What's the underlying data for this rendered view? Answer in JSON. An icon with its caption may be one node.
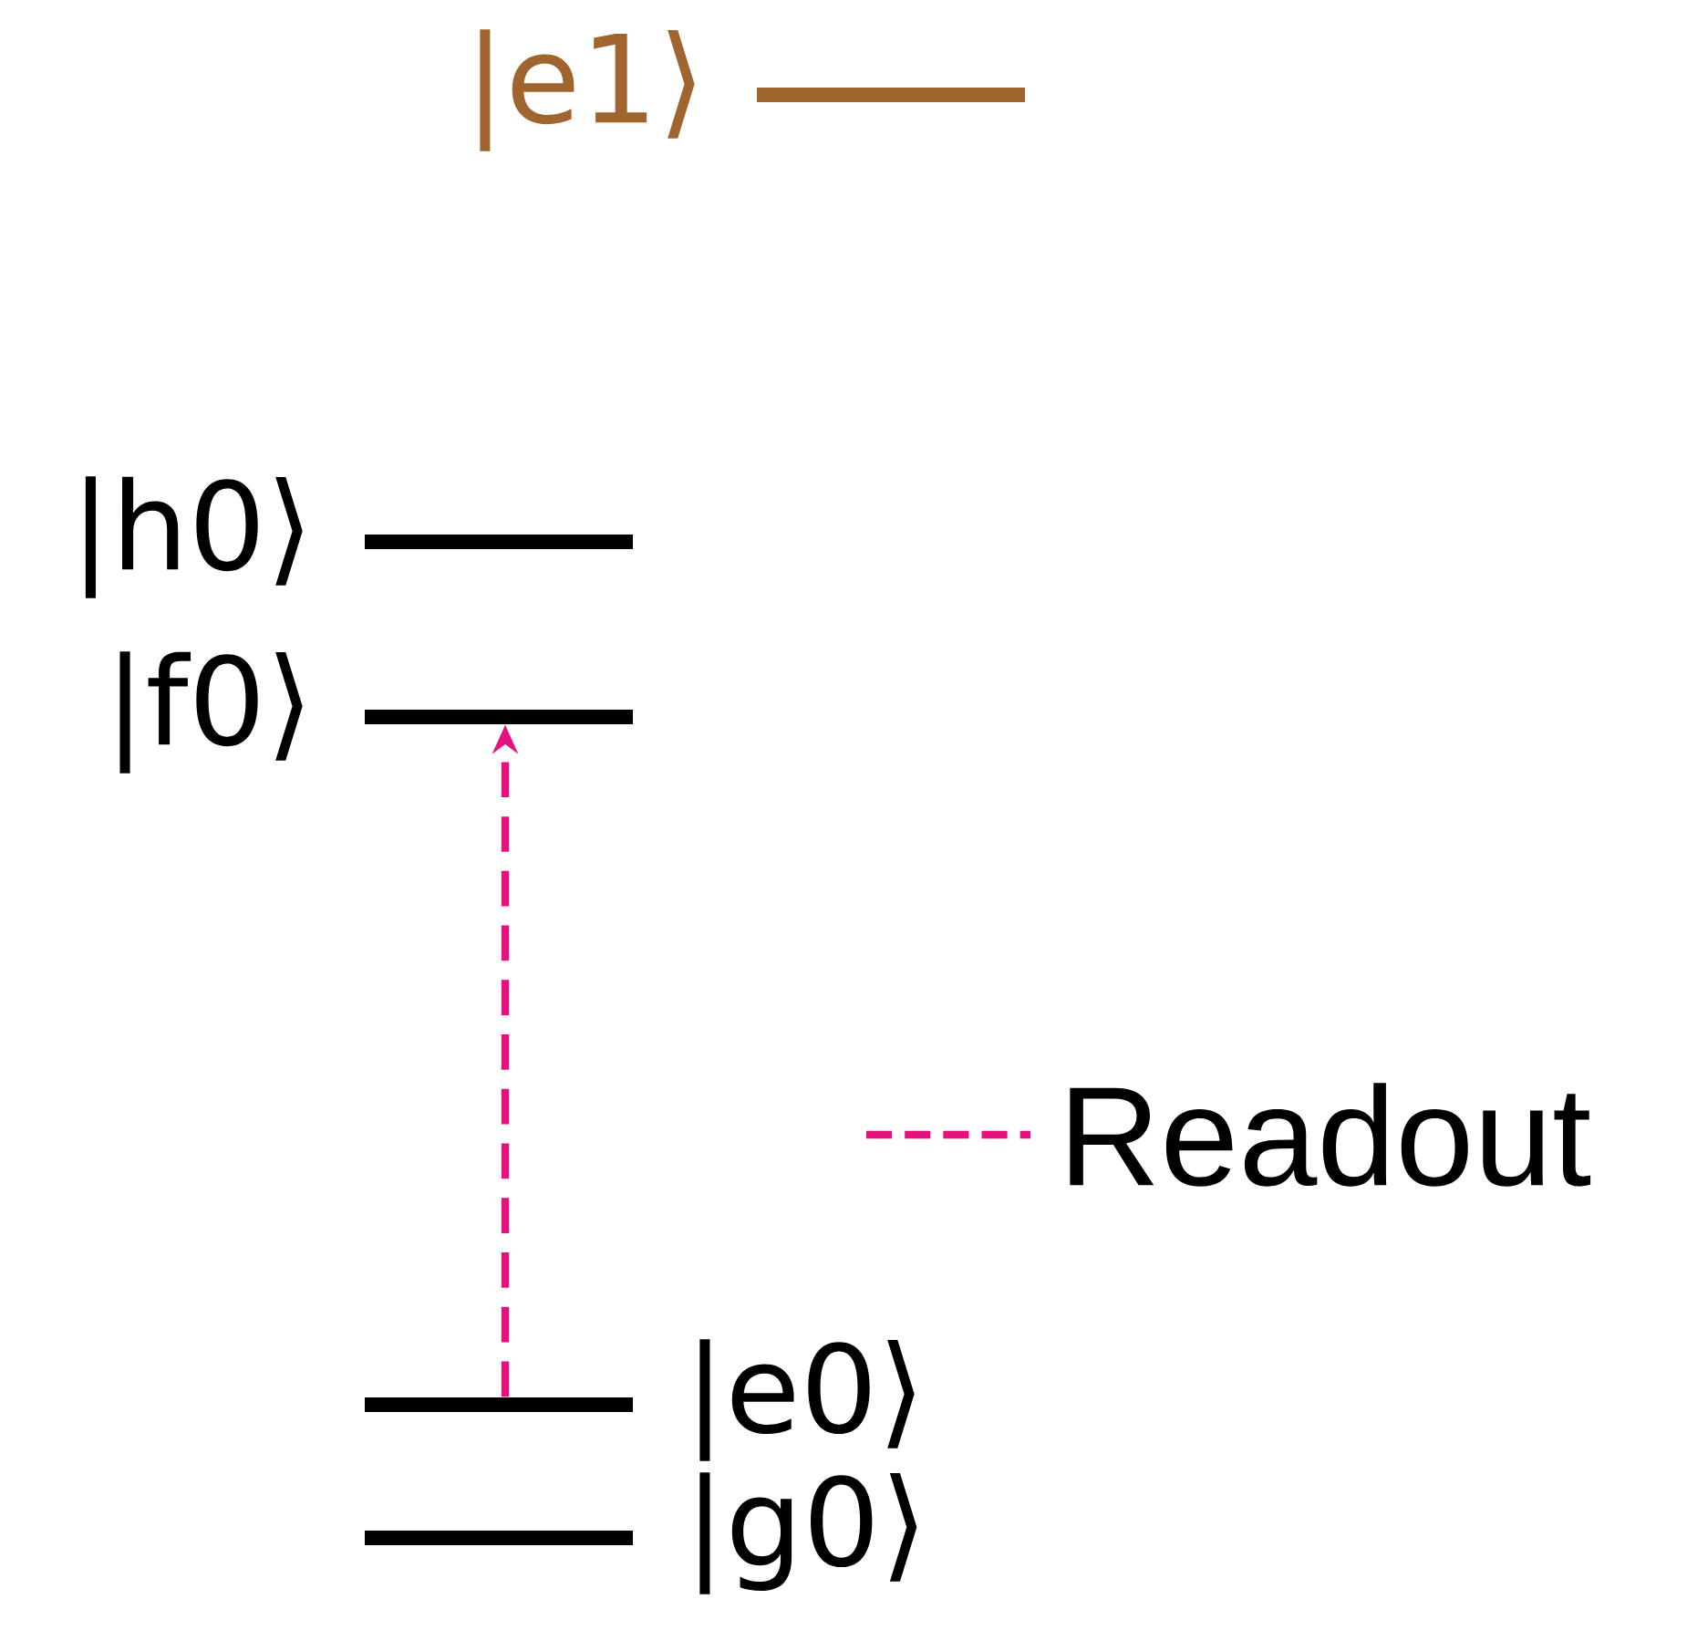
{
  "diagram": {
    "nodes": [
      {
        "text": [
          "|e1⟩"
        ]
      },
      {
        "text": [
          "|h0⟩"
        ]
      },
      {
        "text": [
          "|f0⟩"
        ]
      },
      {
        "text": [
          "|e0⟩"
        ]
      },
      {
        "text": [
          "|g0⟩"
        ]
      }
    ],
    "edges": [
      {
        "from": 3,
        "to": 2,
        "arrow": "to",
        "style": "dashed",
        "color": "#e4117f"
      }
    ],
    "legend": [
      {
        "text": "Readout"
      }
    ]
  }
}
